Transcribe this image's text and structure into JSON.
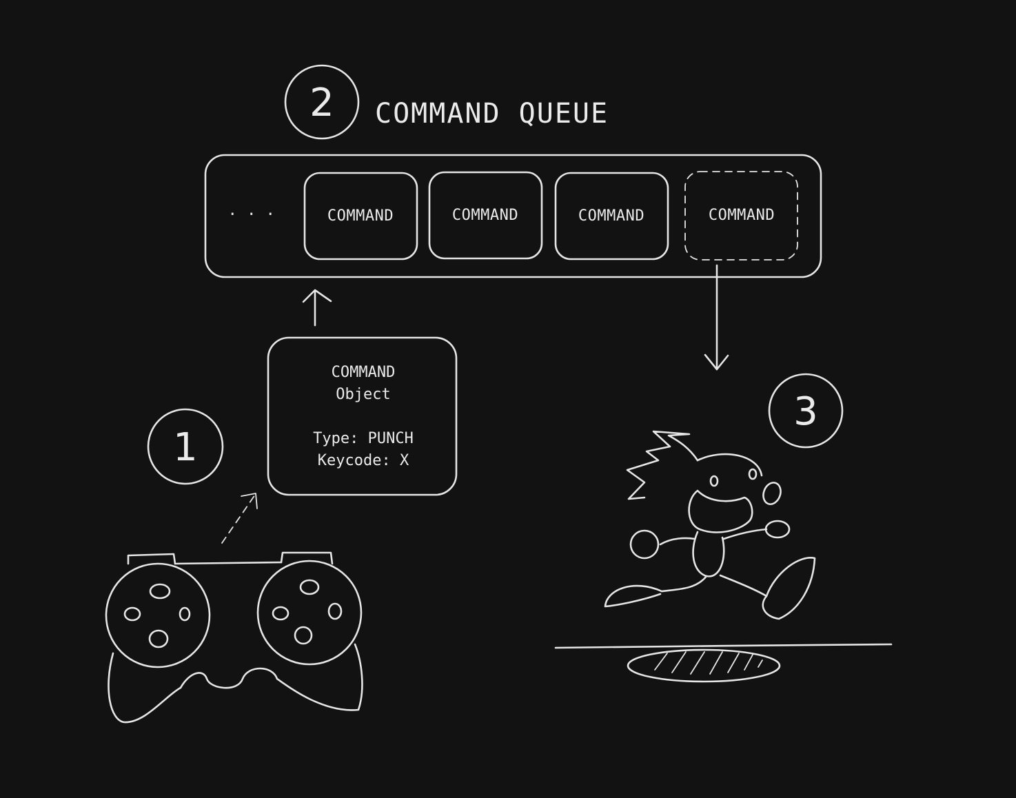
{
  "title": "COMMAND QUEUE",
  "steps": {
    "one": "1",
    "two": "2",
    "three": "3"
  },
  "queue": {
    "ellipsis": "· · ·",
    "items": [
      "COMMAND",
      "COMMAND",
      "COMMAND",
      "COMMAND"
    ],
    "pending_item_index": 3
  },
  "command_object": {
    "line1": "COMMAND",
    "line2": "Object",
    "type_line": "Type: PUNCH",
    "keycode_line": "Keycode: X"
  },
  "icons": {
    "input_device": "gamepad-icon",
    "receiver": "running-character-icon"
  },
  "colors": {
    "background": "#121212",
    "stroke": "#e6e6e6"
  }
}
